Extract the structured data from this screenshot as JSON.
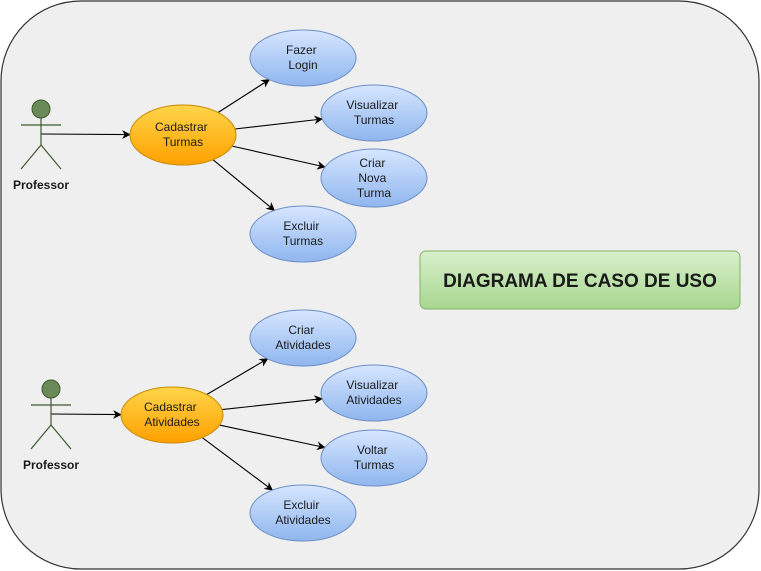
{
  "diagram": {
    "title": "DIAGRAMA DE CASO DE USO",
    "colors": {
      "canvas_fill": "#efefef",
      "canvas_stroke": "#333333",
      "actor_fill": "#6a8a5a",
      "actor_stroke": "#3d5a2f",
      "main_uc_fill_top": "#ffd54a",
      "main_uc_fill_bottom": "#ffa000",
      "main_uc_stroke": "#c98a00",
      "uc_fill_top": "#d6e6ff",
      "uc_fill_bottom": "#8fb6ee",
      "uc_stroke": "#6d8fc6",
      "title_fill_top": "#d8f0cc",
      "title_fill_bottom": "#a7d68e",
      "title_stroke": "#82b366"
    },
    "actors": [
      {
        "id": "actor-1",
        "label": "Professor"
      },
      {
        "id": "actor-2",
        "label": "Professor"
      }
    ],
    "main_use_cases": [
      {
        "id": "cadastrar-turmas",
        "lines": [
          "Cadastrar",
          "Turmas"
        ]
      },
      {
        "id": "cadastrar-atividades",
        "lines": [
          "Cadastrar",
          "Atividades"
        ]
      }
    ],
    "use_cases": [
      {
        "id": "fazer-login",
        "lines": [
          "Fazer",
          "Login"
        ]
      },
      {
        "id": "visualizar-turmas",
        "lines": [
          "Visualizar",
          "Turmas"
        ]
      },
      {
        "id": "criar-nova-turma",
        "lines": [
          "Criar",
          "Nova",
          "Turma"
        ]
      },
      {
        "id": "excluir-turmas",
        "lines": [
          "Excluir",
          "Turmas"
        ]
      },
      {
        "id": "criar-atividades",
        "lines": [
          "Criar",
          "Atividades"
        ]
      },
      {
        "id": "visualizar-atividades",
        "lines": [
          "Visualizar",
          "Atividades"
        ]
      },
      {
        "id": "voltar-turmas",
        "lines": [
          "Voltar",
          "Turmas"
        ]
      },
      {
        "id": "excluir-atividades",
        "lines": [
          "Excluir",
          "Atividades"
        ]
      }
    ],
    "connections": [
      {
        "from": "actor-1",
        "to": "cadastrar-turmas"
      },
      {
        "from": "cadastrar-turmas",
        "to": "fazer-login"
      },
      {
        "from": "cadastrar-turmas",
        "to": "visualizar-turmas"
      },
      {
        "from": "cadastrar-turmas",
        "to": "criar-nova-turma"
      },
      {
        "from": "cadastrar-turmas",
        "to": "excluir-turmas"
      },
      {
        "from": "actor-2",
        "to": "cadastrar-atividades"
      },
      {
        "from": "cadastrar-atividades",
        "to": "criar-atividades"
      },
      {
        "from": "cadastrar-atividades",
        "to": "visualizar-atividades"
      },
      {
        "from": "cadastrar-atividades",
        "to": "voltar-turmas"
      },
      {
        "from": "cadastrar-atividades",
        "to": "excluir-atividades"
      }
    ]
  }
}
